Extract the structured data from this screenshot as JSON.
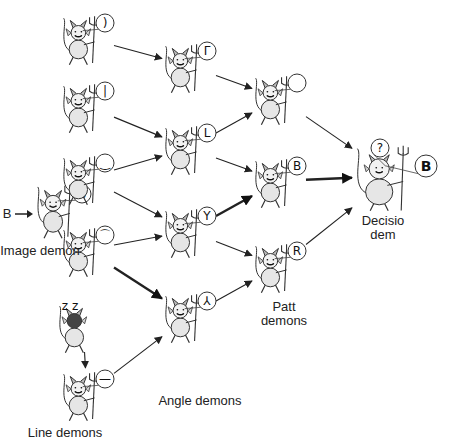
{
  "diagram": {
    "nodes": [
      {
        "text": [
          "B"
        ]
      },
      {
        "text": [
          ")"
        ]
      },
      {
        "text": [
          "|"
        ]
      },
      {
        "text": [
          "‿"
        ]
      },
      {
        "text": [
          "⌒"
        ]
      },
      {
        "text": [
          "z z"
        ]
      },
      {
        "text": [
          "—"
        ]
      },
      {
        "text": [
          "Γ"
        ]
      },
      {
        "text": [
          "L"
        ]
      },
      {
        "text": [
          "Y"
        ]
      },
      {
        "text": [
          "⅄"
        ]
      },
      {
        "text": []
      },
      {
        "text": [
          "B"
        ]
      },
      {
        "text": [
          "R"
        ]
      },
      {
        "text": [
          "?",
          "B"
        ]
      }
    ],
    "edges": [
      {
        "from": 1,
        "to": 7,
        "arrow": "to"
      },
      {
        "from": 2,
        "to": 8,
        "arrow": "to"
      },
      {
        "from": 3,
        "to": 8,
        "arrow": "to"
      },
      {
        "from": 3,
        "to": 9,
        "arrow": "to"
      },
      {
        "from": 4,
        "to": 9,
        "arrow": "to"
      },
      {
        "from": 4,
        "to": 10,
        "arrow": "to"
      },
      {
        "from": 5,
        "to": 6,
        "arrow": "to"
      },
      {
        "from": 6,
        "to": 10,
        "arrow": "to"
      },
      {
        "from": 7,
        "to": 11,
        "arrow": "to"
      },
      {
        "from": 8,
        "to": 11,
        "arrow": "to"
      },
      {
        "from": 8,
        "to": 12,
        "arrow": "to"
      },
      {
        "from": 9,
        "to": 12,
        "arrow": "to"
      },
      {
        "from": 9,
        "to": 13,
        "arrow": "to"
      },
      {
        "from": 10,
        "to": 13,
        "arrow": "to"
      },
      {
        "from": 11,
        "to": 14,
        "arrow": "to"
      },
      {
        "from": 12,
        "to": 14,
        "arrow": "to"
      },
      {
        "from": 13,
        "to": 14,
        "arrow": "to"
      }
    ],
    "labels": [
      "B",
      "Image demon",
      "Line demons",
      "Angle demons",
      "Patt demons",
      "Decisio dem"
    ]
  }
}
